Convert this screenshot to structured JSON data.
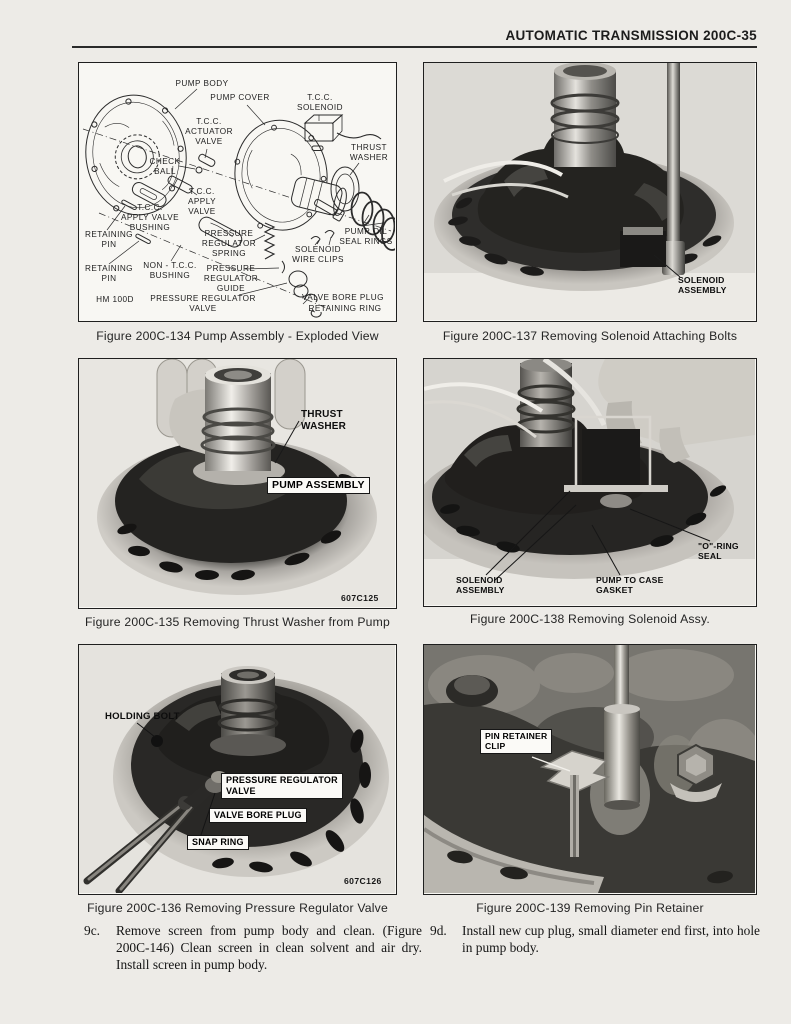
{
  "header": {
    "title": "AUTOMATIC TRANSMISSION  200C-35"
  },
  "fig134": {
    "caption": "Figure 200C-134 Pump Assembly - Exploded View",
    "labels": {
      "pump_body": "PUMP BODY",
      "pump_cover": "PUMP COVER",
      "tcc_solenoid": "T.C.C.\nSOLENOID",
      "tcc_actuator_valve": "T.C.C.\nACTUATOR\nVALVE",
      "check_ball": "CHECK\nBALL",
      "thrust_washer": "THRUST\nWASHER",
      "tcc_apply_valve": "T.C.C.\nAPPLY\nVALVE",
      "tcc_apply_valve_bushing": "T.C.C.\nAPPLY VALVE\nBUSHING",
      "retaining_pin_1": "RETAINING\nPIN",
      "pressure_regulator_spring": "PRESSURE\nREGULATOR\nSPRING",
      "pump_oil_seal_rings": "PUMP OIL\nSEAL RINGS",
      "solenoid_wire_clips": "SOLENOID\nWIRE CLIPS",
      "retaining_pin_2": "RETAINING\nPIN",
      "non_tcc_bushing": "NON - T.C.C.\nBUSHING",
      "pressure_regulator_guide": "PRESSURE\nREGULATOR\nGUIDE",
      "hm_100d": "HM 100D",
      "pressure_regulator_valve": "PRESSURE REGULATOR\nVALVE",
      "valve_bore_plug": "VALVE BORE PLUG",
      "retaining_ring": "RETAINING RING"
    }
  },
  "fig137": {
    "caption": "Figure 200C-137 Removing Solenoid Attaching Bolts",
    "labels": {
      "solenoid_assembly": "SOLENOID\nASSEMBLY"
    }
  },
  "fig135": {
    "caption": "Figure 200C-135 Removing Thrust Washer from Pump",
    "labels": {
      "thrust_washer": "THRUST\nWASHER",
      "pump_assembly": "PUMP ASSEMBLY"
    },
    "photo_id": "607C125"
  },
  "fig138": {
    "caption": "Figure 200C-138 Removing Solenoid Assy.",
    "labels": {
      "solenoid_assembly": "SOLENOID\nASSEMBLY",
      "pump_to_case_gasket": "PUMP TO CASE\nGASKET",
      "o_ring_seal": "\"O\"-RING\nSEAL"
    }
  },
  "fig136": {
    "caption": "Figure 200C-136 Removing Pressure Regulator Valve",
    "labels": {
      "holding_bolt": "HOLDING BOLT",
      "pressure_regulator_valve": "PRESSURE REGULATOR\nVALVE",
      "valve_bore_plug": "VALVE BORE PLUG",
      "snap_ring": "SNAP RING"
    },
    "photo_id": "607C126"
  },
  "fig139": {
    "caption": "Figure 200C-139 Removing Pin Retainer",
    "labels": {
      "pin_retainer_clip": "PIN RETAINER\nCLIP"
    }
  },
  "instructions": [
    {
      "num": "9c.",
      "text": "Remove screen from pump body and clean. (Figure 200C-146) Clean screen in clean solvent and air dry. Install screen in pump body."
    },
    {
      "num": "9d.",
      "text": "Install new cup plug, small diameter end first, into hole in pump body."
    }
  ]
}
